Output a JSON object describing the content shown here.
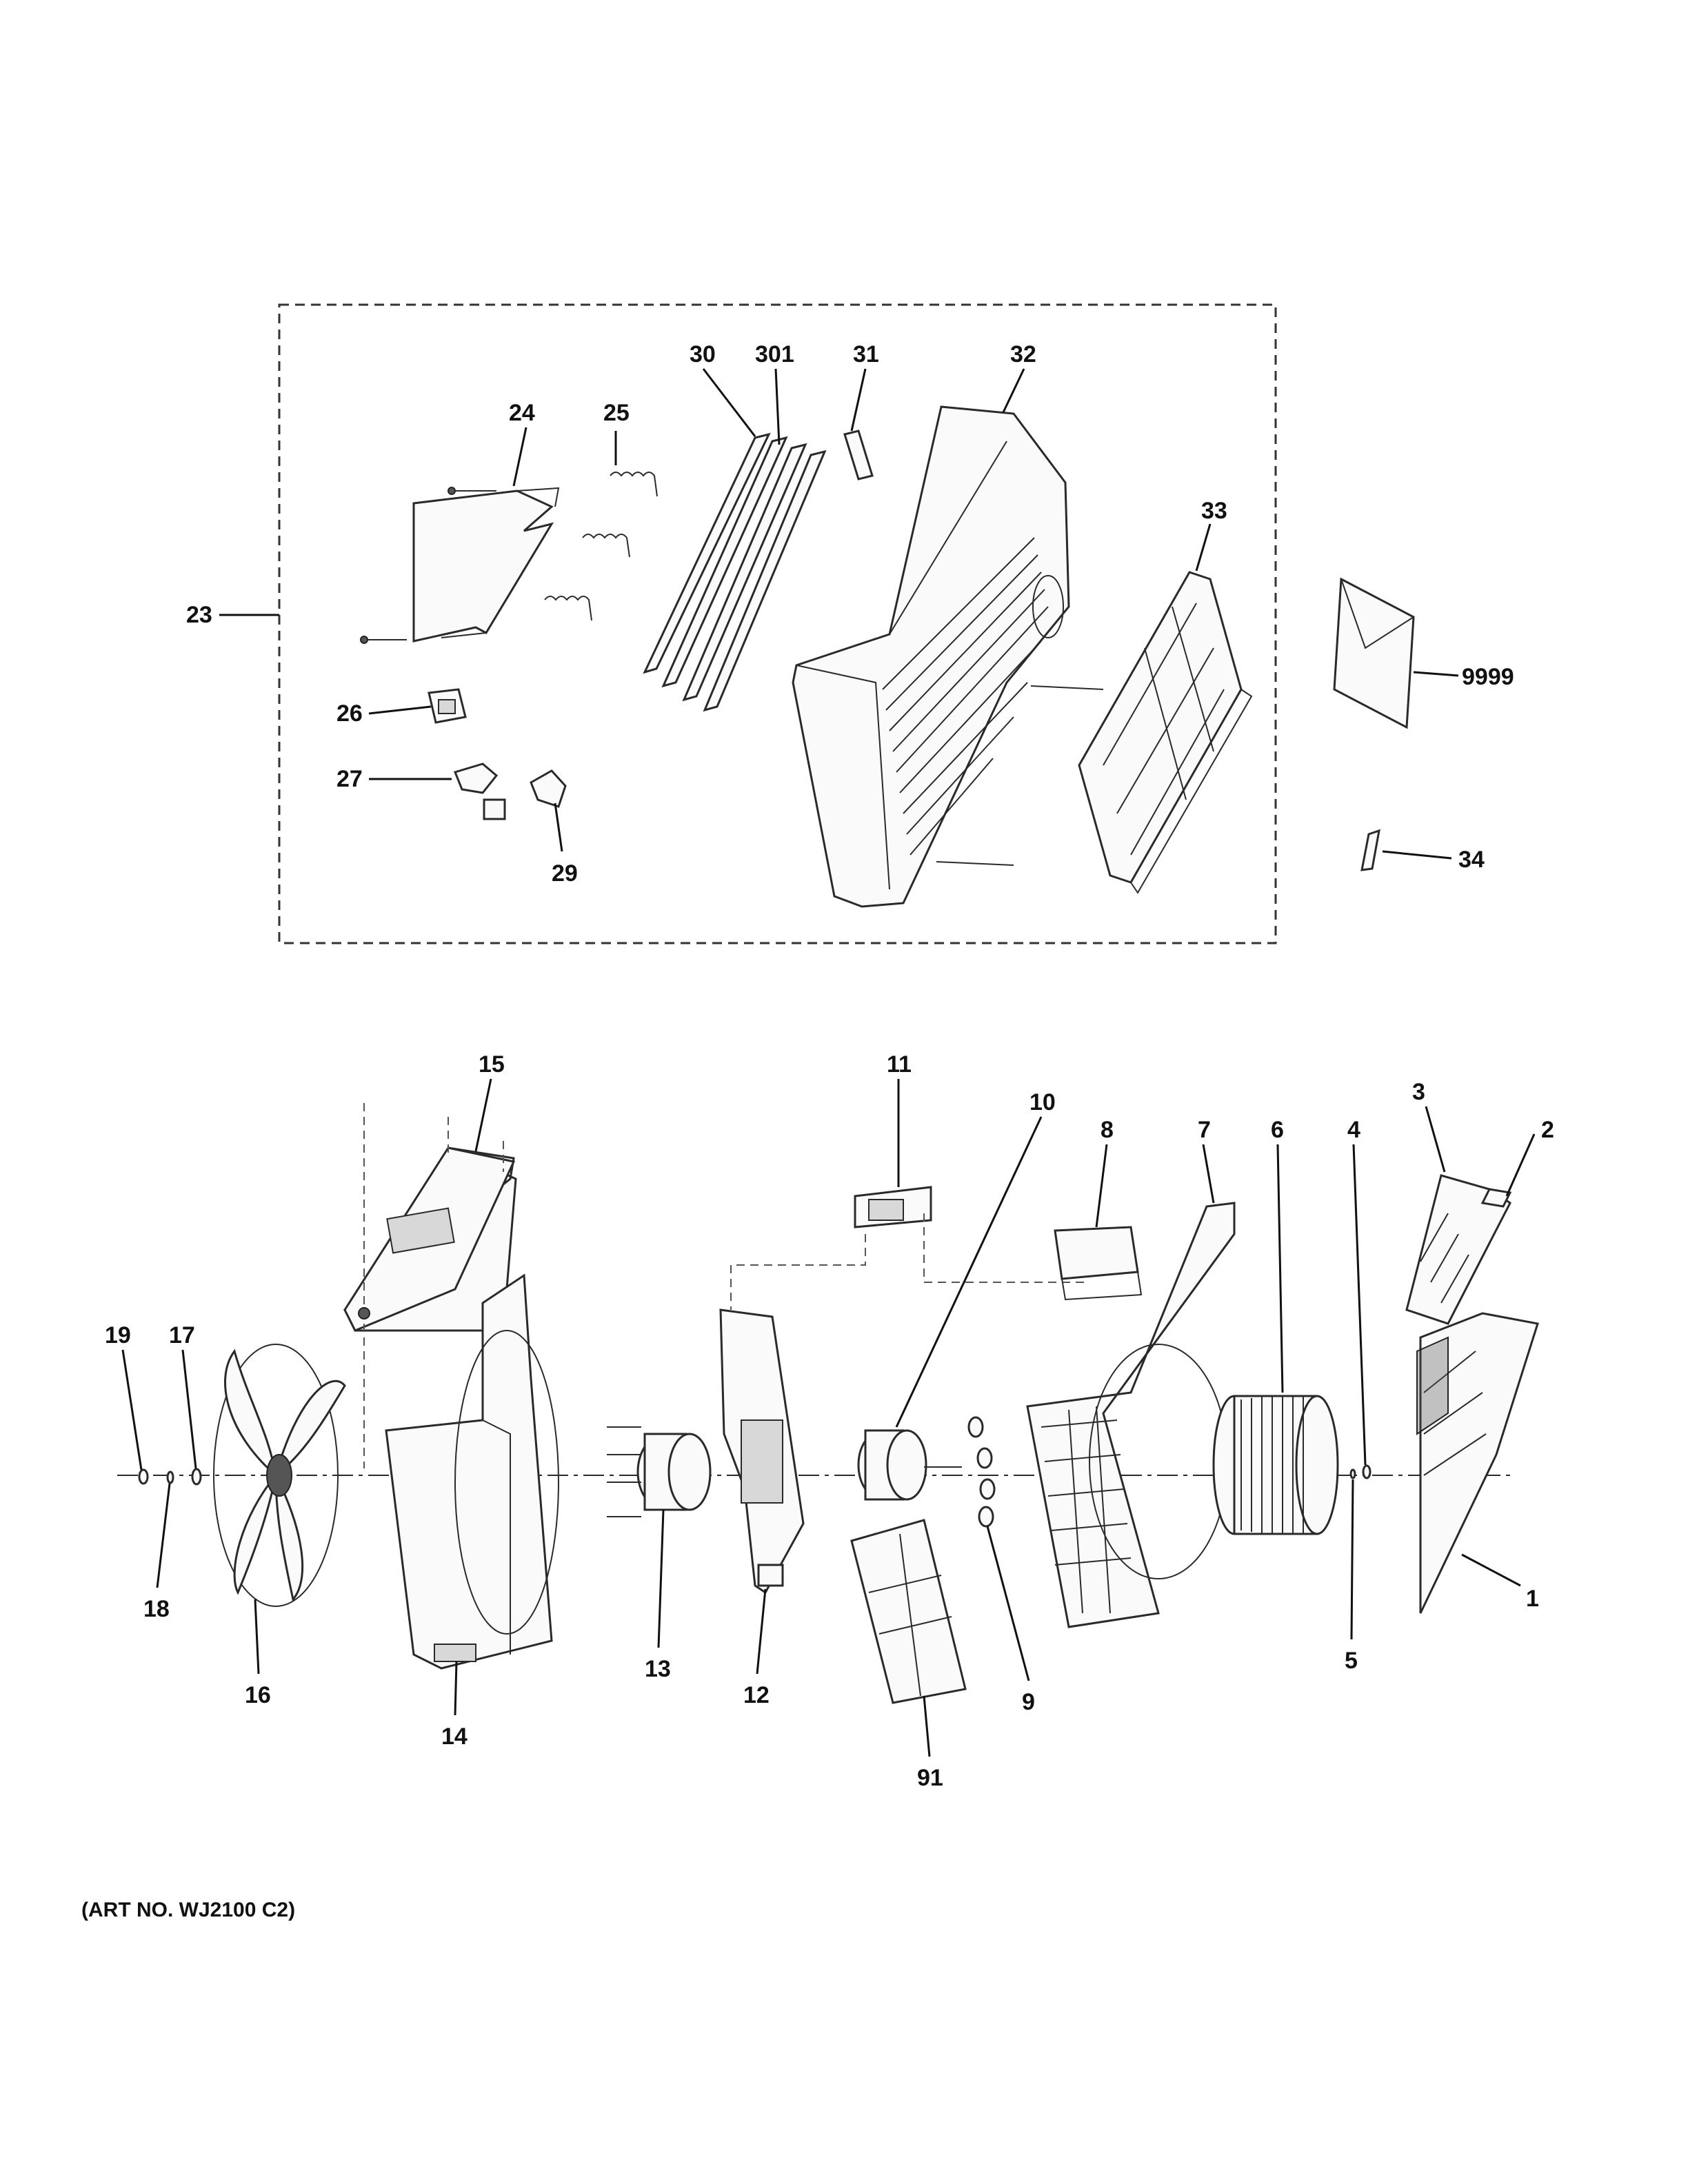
{
  "art_number": "(ART NO. WJ2100 C2)",
  "callouts": [
    {
      "id": "23",
      "label": "23"
    },
    {
      "id": "24",
      "label": "24"
    },
    {
      "id": "25",
      "label": "25"
    },
    {
      "id": "26",
      "label": "26"
    },
    {
      "id": "27",
      "label": "27"
    },
    {
      "id": "29",
      "label": "29"
    },
    {
      "id": "30",
      "label": "30"
    },
    {
      "id": "301",
      "label": "301"
    },
    {
      "id": "31",
      "label": "31"
    },
    {
      "id": "32",
      "label": "32"
    },
    {
      "id": "33",
      "label": "33"
    },
    {
      "id": "9999",
      "label": "9999"
    },
    {
      "id": "34",
      "label": "34"
    },
    {
      "id": "15",
      "label": "15"
    },
    {
      "id": "11",
      "label": "11"
    },
    {
      "id": "10",
      "label": "10"
    },
    {
      "id": "8",
      "label": "8"
    },
    {
      "id": "7",
      "label": "7"
    },
    {
      "id": "6",
      "label": "6"
    },
    {
      "id": "4",
      "label": "4"
    },
    {
      "id": "3",
      "label": "3"
    },
    {
      "id": "2",
      "label": "2"
    },
    {
      "id": "19",
      "label": "19"
    },
    {
      "id": "17",
      "label": "17"
    },
    {
      "id": "18",
      "label": "18"
    },
    {
      "id": "16",
      "label": "16"
    },
    {
      "id": "14",
      "label": "14"
    },
    {
      "id": "13",
      "label": "13"
    },
    {
      "id": "12",
      "label": "12"
    },
    {
      "id": "91",
      "label": "91"
    },
    {
      "id": "9",
      "label": "9"
    },
    {
      "id": "5",
      "label": "5"
    },
    {
      "id": "1",
      "label": "1"
    }
  ]
}
